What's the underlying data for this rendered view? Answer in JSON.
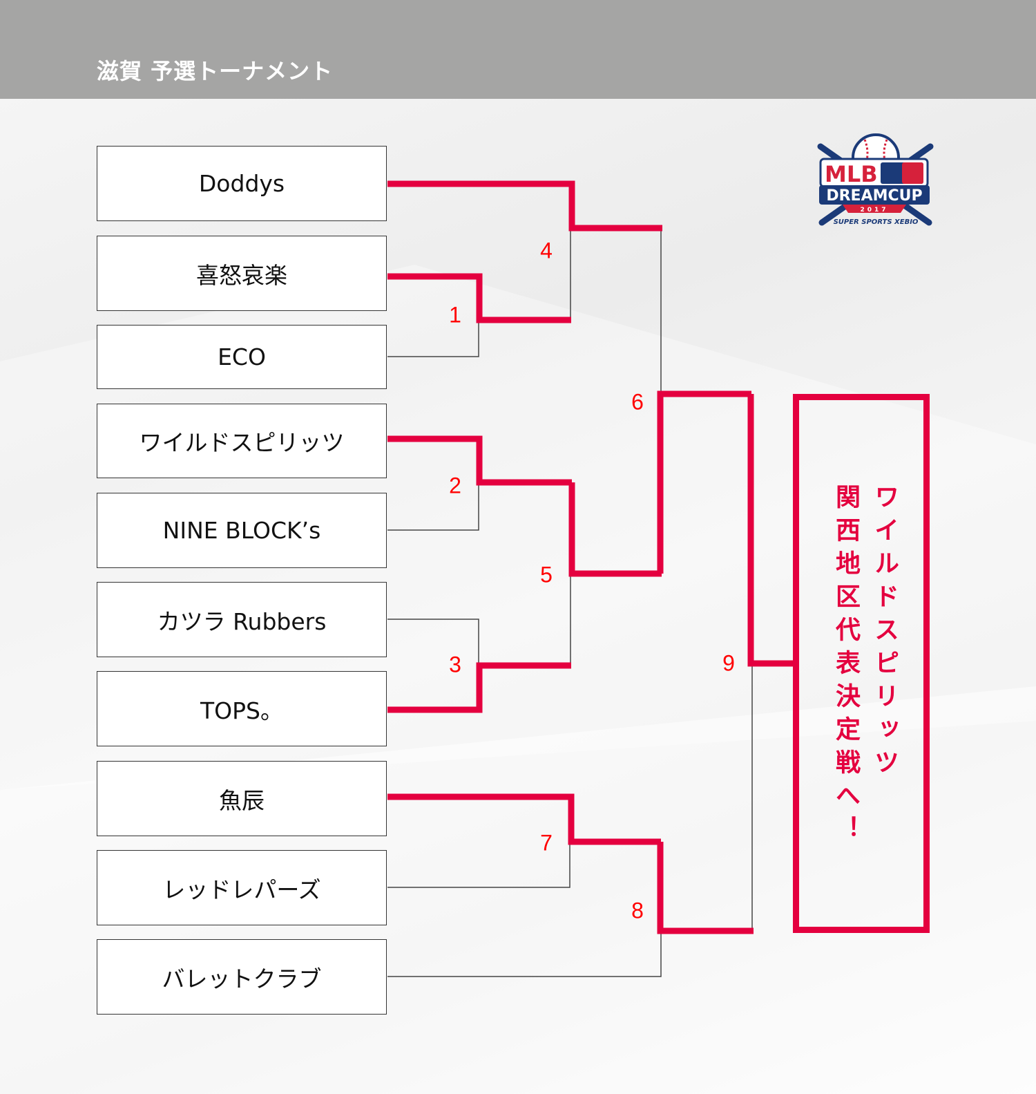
{
  "header": {
    "title": "滋賀 予選トーナメント"
  },
  "teams": [
    "Doddys",
    "喜怒哀楽",
    "ECO",
    "ワイルドスピリッツ",
    "NINE BLOCK’s",
    "カツラ Rubbers",
    "TOPS。",
    "魚辰",
    "レッドレパーズ",
    "バレットクラブ"
  ],
  "matches": [
    "1",
    "2",
    "3",
    "4",
    "5",
    "6",
    "7",
    "8",
    "9"
  ],
  "winner": {
    "team": "ワイルドスピリッツ",
    "message": "関西地区代表決定戦へ！"
  },
  "logo": {
    "text": "MLB DREAMCUP 2017 SUPER SPORTS XEBIO"
  },
  "colors": {
    "header": "#a5a5a4",
    "accent": "#e4003f",
    "number": "#ff0000"
  }
}
